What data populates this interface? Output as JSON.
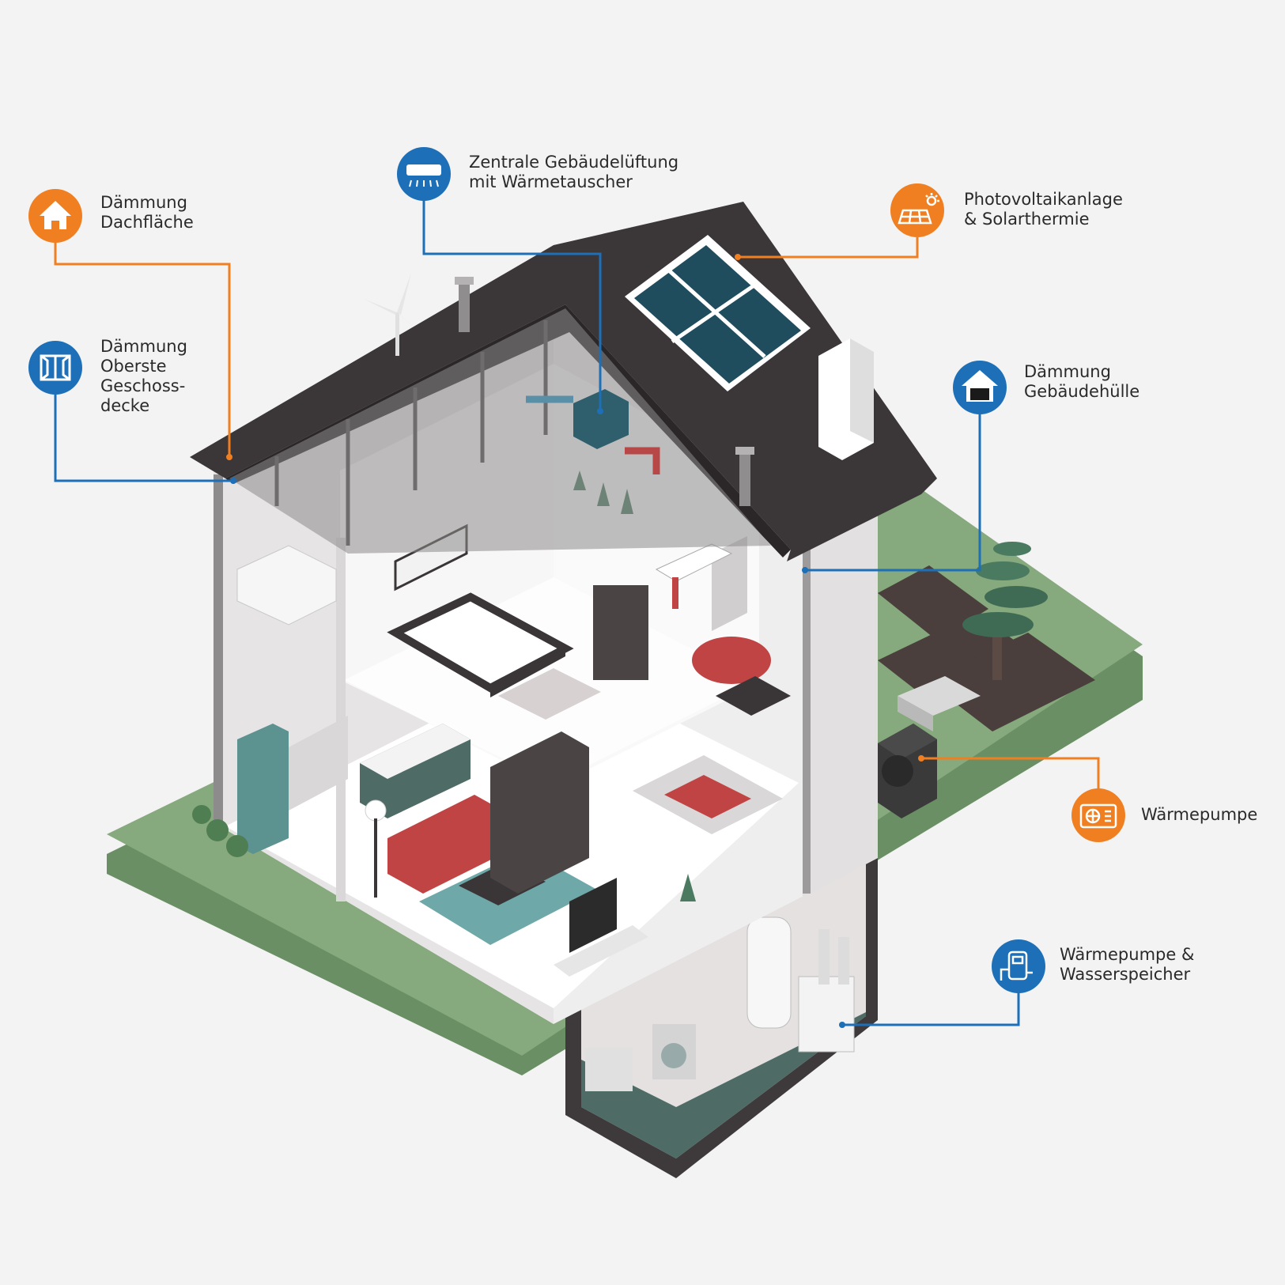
{
  "colors": {
    "orange": "#f07f22",
    "blue": "#1d6fb8",
    "background": "#f3f3f3",
    "roof": "#3b3638",
    "lawn": "#86a97d",
    "basement": "#4f6b66",
    "wall": "#e9e8e8"
  },
  "callouts": [
    {
      "id": "roof-insulation",
      "label": "Dämmung\nDachfläche",
      "icon": "house-icon",
      "color": "orange"
    },
    {
      "id": "ceiling-insulation",
      "label": "Dämmung\nOberste\nGeschoss-\ndecke",
      "icon": "window-icon",
      "color": "blue"
    },
    {
      "id": "ventilation",
      "label": "Zentrale Gebäudelüftung\nmit Wärmetauscher",
      "icon": "air-conditioner-icon",
      "color": "blue"
    },
    {
      "id": "photovoltaic",
      "label": "Photovoltaikanlage\n& Solarthermie",
      "icon": "solar-panel-icon",
      "color": "orange"
    },
    {
      "id": "envelope-insulation",
      "label": "Dämmung\nGebäudehülle",
      "icon": "house-filled-icon",
      "color": "blue"
    },
    {
      "id": "heat-pump",
      "label": "Wärmepumpe",
      "icon": "heat-pump-icon",
      "color": "orange"
    },
    {
      "id": "heat-pump-storage",
      "label": "Wärmepumpe &\nWasserspeicher",
      "icon": "water-heater-icon",
      "color": "blue"
    }
  ]
}
